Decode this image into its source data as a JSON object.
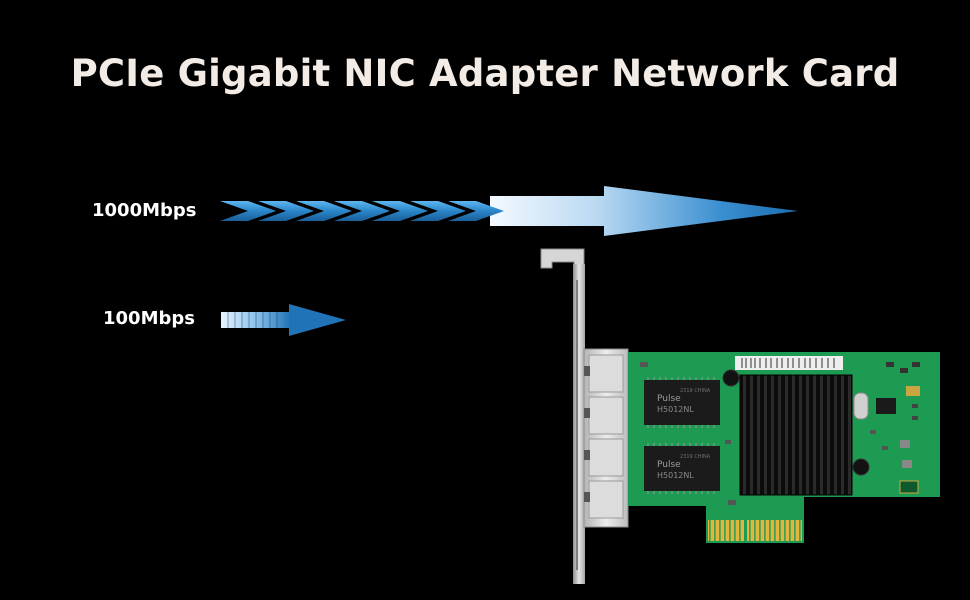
{
  "title": "PCIe Gigabit NIC Adapter Network Card",
  "speeds": [
    {
      "label": "1000Mbps"
    },
    {
      "label": "100Mbps"
    }
  ],
  "chips": [
    {
      "brand": "Pulse",
      "model": "H5012NL",
      "code": "2319 CHINA"
    },
    {
      "brand": "Pulse",
      "model": "H5012NL",
      "code": "2319 CHINA"
    }
  ],
  "colors": {
    "background": "#000000",
    "title": "#f3ece6",
    "arrow_dark": "#1f6fb0",
    "arrow_light": "#eef6ff",
    "pcb": "#1e9b52",
    "heatsink": "#111111",
    "gold": "#d9b23a",
    "bracket": "#c9c9c9"
  }
}
